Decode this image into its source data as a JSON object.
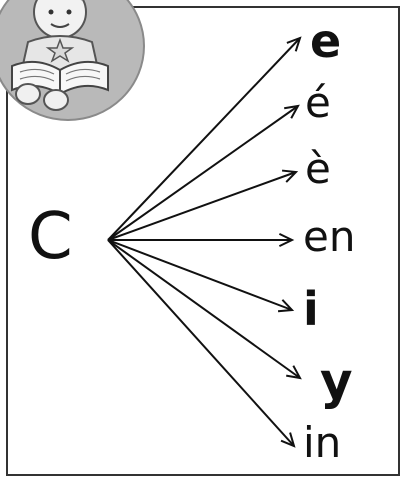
{
  "diagram": {
    "source_letter": "C",
    "targets": [
      {
        "label": "e",
        "bold": true
      },
      {
        "label": "é",
        "bold": false
      },
      {
        "label": "è",
        "bold": false
      },
      {
        "label": "en",
        "bold": false
      },
      {
        "label": "i",
        "bold": true
      },
      {
        "label": "y",
        "bold": true
      },
      {
        "label": "in",
        "bold": false
      }
    ]
  },
  "badge": {
    "icon": "child-reading-book-icon"
  },
  "colors": {
    "ink": "#111111",
    "frame": "#333333",
    "badge_bg": "#b8b8b8"
  }
}
